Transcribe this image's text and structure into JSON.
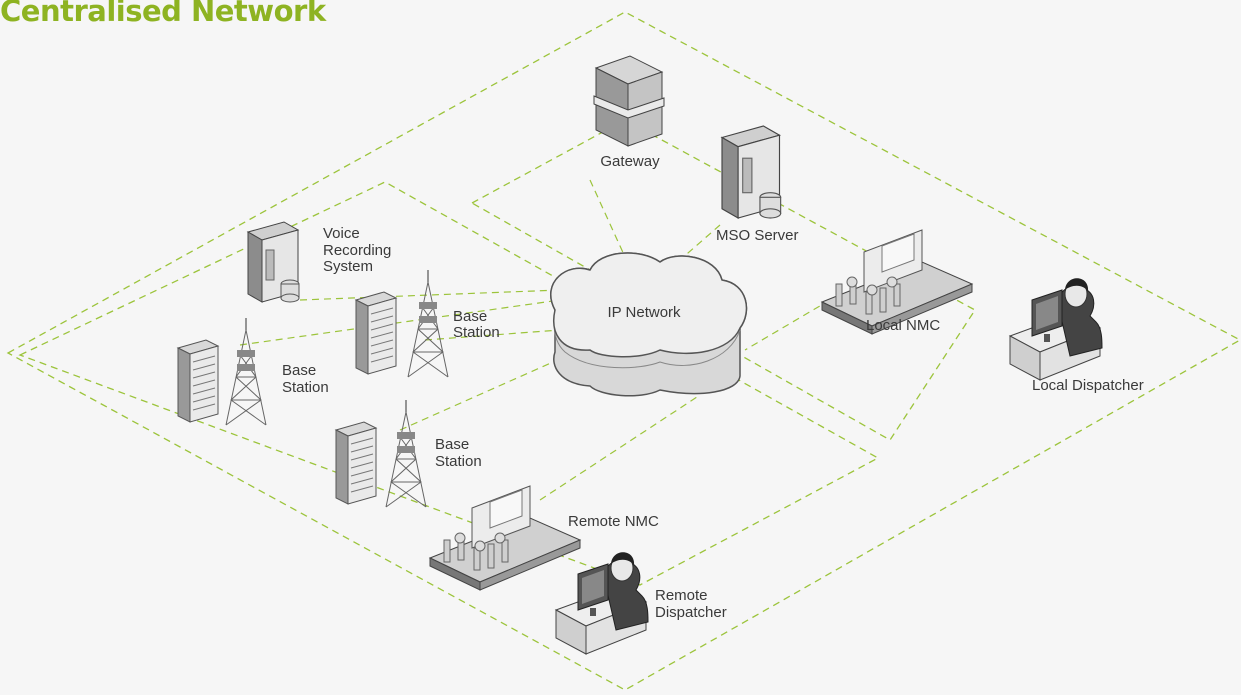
{
  "title": "Centralised Network",
  "colors": {
    "title": "#8eb322",
    "zone_border": "#9cc43b",
    "background": "#f6f6f6"
  },
  "nodes": {
    "gateway": "Gateway",
    "mso_server": "MSO Server",
    "ip_network": "IP Network",
    "local_nmc": "Local NMC",
    "local_dispatcher": "Local Dispatcher",
    "voice_recording": [
      "Voice",
      "Recording",
      "System"
    ],
    "base_station_a": [
      "Base",
      "Station"
    ],
    "base_station_b": [
      "Base",
      "Station"
    ],
    "base_station_c": [
      "Base",
      "Station"
    ],
    "remote_nmc": "Remote NMC",
    "remote_dispatcher": [
      "Remote",
      "Dispatcher"
    ]
  },
  "icons": [
    "server-icon",
    "cloud-icon",
    "console-icon",
    "operator-icon",
    "cabinet-icon",
    "tower-icon"
  ]
}
